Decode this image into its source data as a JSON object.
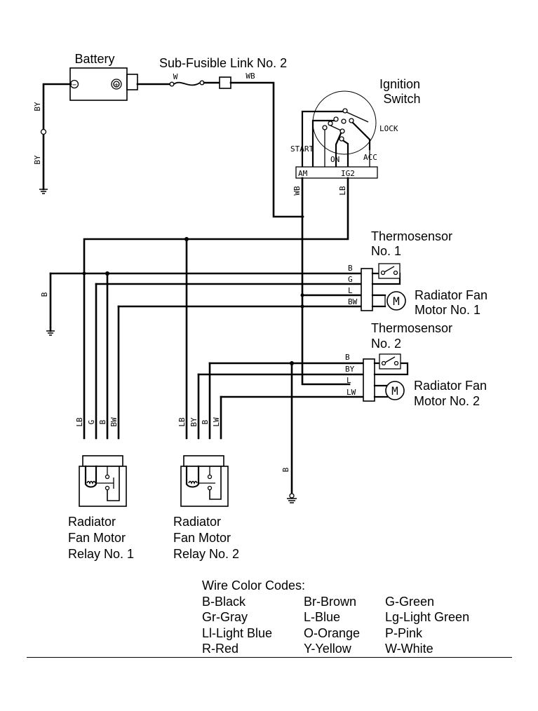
{
  "components": {
    "battery": "Battery",
    "fusible_link": "Sub-Fusible Link No. 2",
    "ignition_switch": [
      "Ignition",
      "Switch"
    ],
    "ignition_positions": {
      "start": "START",
      "on": "ON",
      "acc": "ACC",
      "lock": "LOCK",
      "am": "AM",
      "ig2": "IG2"
    },
    "thermosensor_1": [
      "Thermosensor",
      "No. 1"
    ],
    "thermosensor_2": [
      "Thermosensor",
      "No. 2"
    ],
    "fan_motor_1": [
      "Radiator Fan",
      "Motor No. 1"
    ],
    "fan_motor_2": [
      "Radiator Fan",
      "Motor No. 2"
    ],
    "relay_1": [
      "Radiator",
      "Fan Motor",
      "Relay No. 1"
    ],
    "relay_2": [
      "Radiator",
      "Fan Motor",
      "Relay No. 2"
    ],
    "motor_symbol": "M",
    "battery_neg": "−",
    "battery_pos": "+"
  },
  "wire_labels": {
    "battery_ground_upper": "BY",
    "battery_ground_lower": "BY",
    "battery_to_fuse": "W",
    "fuse_to_switch": "WB",
    "am_feed": "WB",
    "ig2_out": "LB",
    "left_ground": "B",
    "center_ground": "B",
    "sensor1_connector": [
      "B",
      "G",
      "L",
      "BW"
    ],
    "sensor2_connector": [
      "B",
      "BY",
      "L",
      "LW"
    ],
    "relay1_pins": [
      "LB",
      "G",
      "B",
      "BW"
    ],
    "relay2_pins": [
      "LB",
      "BY",
      "B",
      "LW"
    ]
  },
  "legend": {
    "title": "Wire Color Codes:",
    "entries": [
      "B-Black",
      "Br-Brown",
      "G-Green",
      "Gr-Gray",
      "L-Blue",
      "Lg-Light Green",
      "Ll-Light Blue",
      "O-Orange",
      "P-Pink",
      "R-Red",
      "Y-Yellow",
      "W-White"
    ]
  }
}
